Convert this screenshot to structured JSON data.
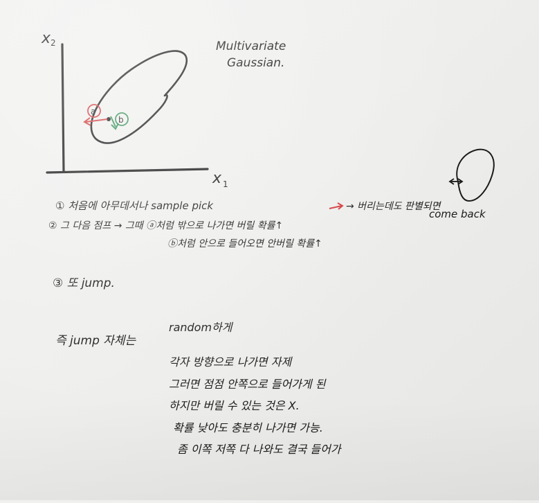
{
  "plot": {
    "x_axis_label": "x",
    "x_axis_subscript": "1",
    "y_axis_label": "x",
    "y_axis_subscript": "2",
    "title_line1": "Multivariate",
    "title_line2": "Gaussian.",
    "marker_a": "a",
    "marker_b": "b"
  },
  "side_sketch": {
    "label": "come back"
  },
  "notes": {
    "line1": "① 처음에 아무데서나 sample pick",
    "line2a": "② 그 다음 점프 → 그때 ⓐ처럼 밖으로 나가면 버릴 확률↑",
    "line2a_cont": "→ 버리는데도 판별되면",
    "line2b": "ⓑ처럼 안으로 들어오면 안버릴 확률↑",
    "line3": "③ 또 jump."
  },
  "summary": {
    "line1_prefix": "즉 jump 자체는",
    "line1_suffix": "random하게",
    "line2": "각자 방향으로 나가면 자제",
    "line3": "그러면 점점 안쪽으로 들어가게 된",
    "line4": "하지만 버릴 수 있는 것은 X.",
    "line5": "확률 낮아도 충분히 나가면 가능.",
    "line6": "좀 이쪽 저쪽 다 나와도 결국 들어가"
  },
  "colors": {
    "ink": "#1a1a1a",
    "red": "#d23a3a",
    "green": "#2f8f55",
    "paper": "#efefed"
  }
}
